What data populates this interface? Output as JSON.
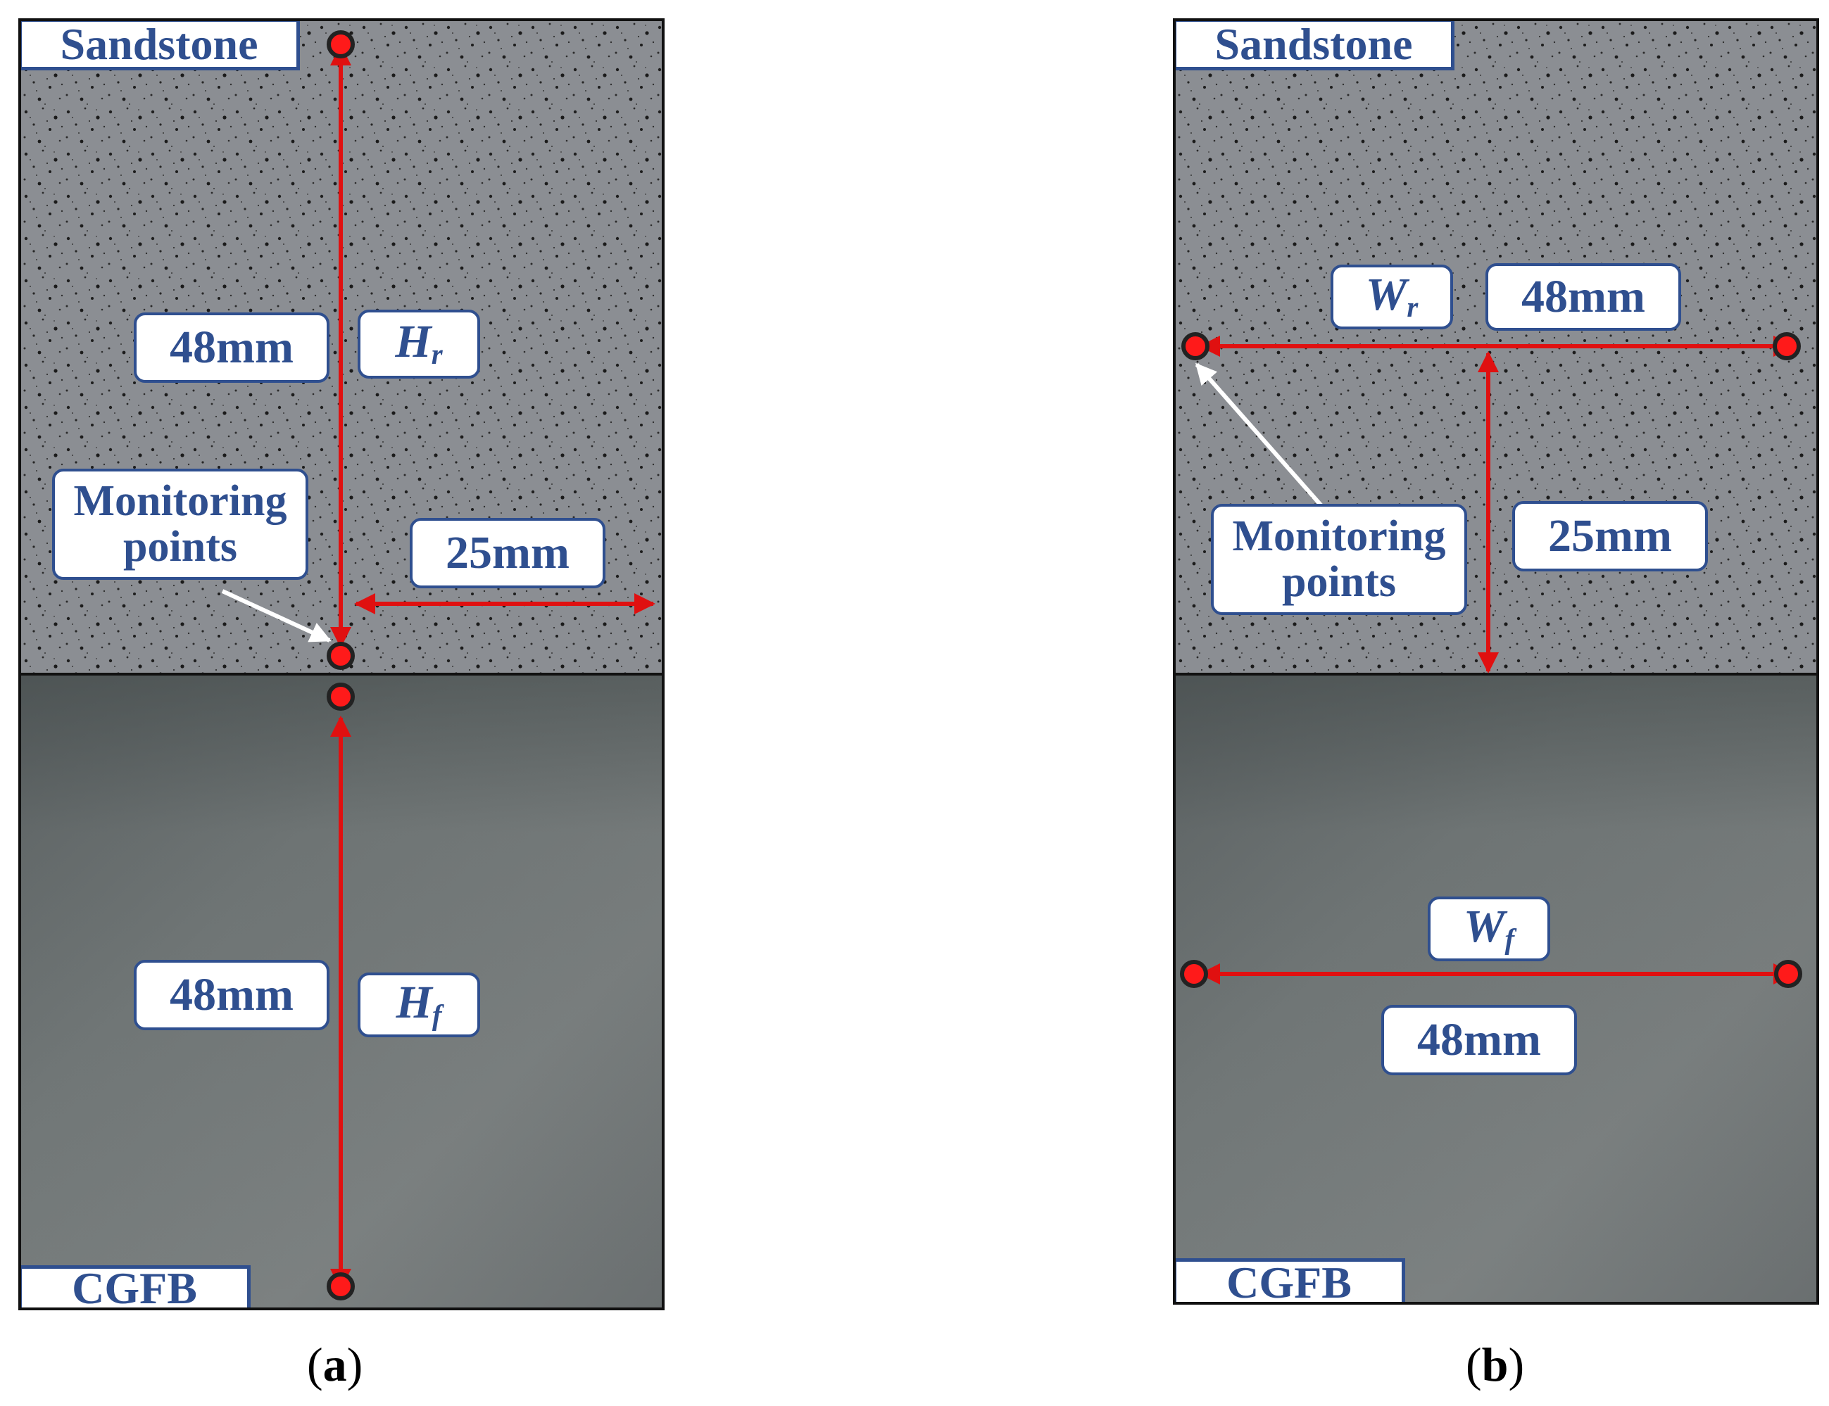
{
  "panel_a": {
    "top_material": "Sandstone",
    "bottom_material": "CGFB",
    "height_top_value": "48mm",
    "height_top_symbol": {
      "base": "H",
      "sub": "r"
    },
    "height_bottom_value": "48mm",
    "height_bottom_symbol": {
      "base": "H",
      "sub": "f"
    },
    "offset_value": "25mm",
    "monitoring_label_line1": "Monitoring",
    "monitoring_label_line2": "points",
    "caption_open": "(",
    "caption_letter": "a",
    "caption_close": ")"
  },
  "panel_b": {
    "top_material": "Sandstone",
    "bottom_material": "CGFB",
    "width_top_value": "48mm",
    "width_top_symbol": {
      "base": "W",
      "sub": "r"
    },
    "width_bottom_value": "48mm",
    "width_bottom_symbol": {
      "base": "W",
      "sub": "f"
    },
    "depth_value": "25mm",
    "monitoring_label_line1": "Monitoring",
    "monitoring_label_line2": "points",
    "caption_open": "(",
    "caption_letter": "b",
    "caption_close": ")"
  },
  "colors": {
    "label_text": "#2f4f8f",
    "arrow": "#e01010",
    "point_fill": "#ff1a1a",
    "point_ring": "#222222",
    "sandstone": "#8a8d92",
    "cgfb": "#6f7476"
  }
}
